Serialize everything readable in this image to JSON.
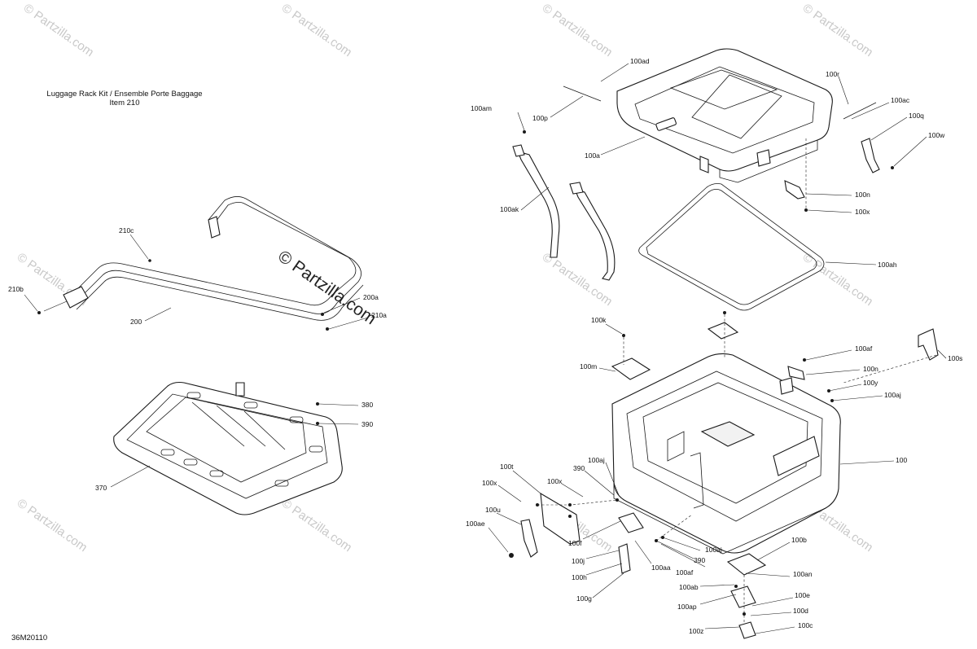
{
  "kit_title": {
    "line1": "Luggage Rack Kit / Ensemble Porte Baggage",
    "line2": "Item 210"
  },
  "diagram_code": "36M20110",
  "watermark": {
    "small": "© Partzilla.com",
    "large": "© Partzilla.com"
  },
  "callouts": {
    "c210c": "210c",
    "c210b": "210b",
    "c200": "200",
    "c200a": "200a",
    "c210a": "210a",
    "c380": "380",
    "c390": "390",
    "c370": "370",
    "c100ad": "100ad",
    "c100am": "100am",
    "c100p": "100p",
    "c100a": "100a",
    "c100r": "100r",
    "c100ac": "100ac",
    "c100q": "100q",
    "c100w": "100w",
    "c100n_top": "100n",
    "c100x_top": "100x",
    "c100ak": "100ak",
    "c100ah": "100ah",
    "c100k": "100k",
    "c100m": "100m",
    "c100af_mid": "100af",
    "c100n_mid": "100n",
    "c100y": "100y",
    "c100aj_right": "100aj",
    "c100s": "100s",
    "c100": "100",
    "c100t": "100t",
    "c100x_l1": "100x",
    "c100x_l2": "100x",
    "c390_l": "390",
    "c100aj_l": "100aj",
    "c100u": "100u",
    "c100ae": "100ae",
    "c100f": "100f",
    "c100j": "100j",
    "c100h": "100h",
    "c100g": "100g",
    "c100aa": "100aa",
    "c100af_low": "100af",
    "c100aj_low": "100aj",
    "c390_low": "390",
    "c100b": "100b",
    "c100an": "100an",
    "c100ab": "100ab",
    "c100e": "100e",
    "c100ap": "100ap",
    "c100d": "100d",
    "c100z": "100z",
    "c100c": "100c"
  },
  "colors": {
    "line": "#1a1a1a",
    "watermark": "#c9c9c9"
  }
}
